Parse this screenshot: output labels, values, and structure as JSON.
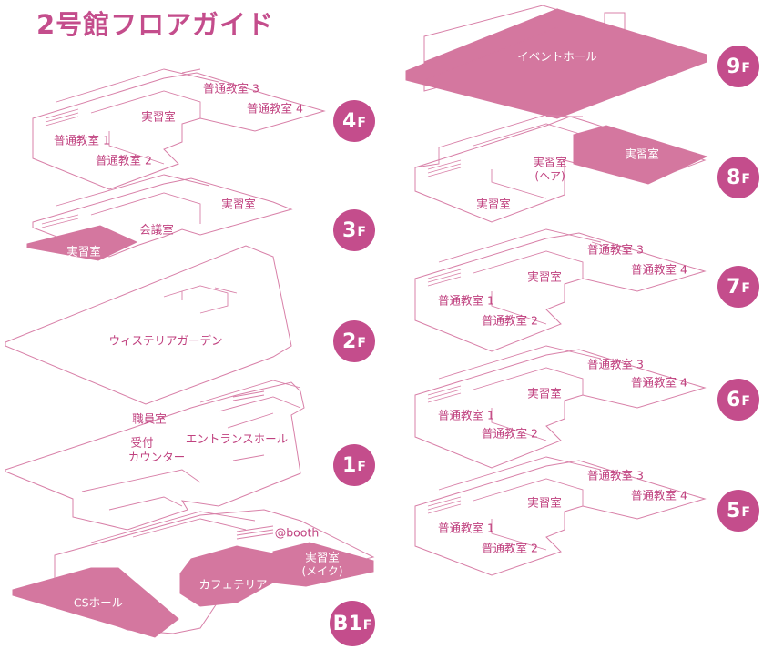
{
  "title": "2号館フロアガイド",
  "colors": {
    "accent": "#c44d8c",
    "highlight": "#d4779f",
    "line": "#d880a8"
  },
  "floors": {
    "f9": {
      "num": "9",
      "unit": "F",
      "rooms": [
        "イベントホール"
      ]
    },
    "f8": {
      "num": "8",
      "unit": "F",
      "rooms": [
        "実習室",
        "実習室",
        "(ヘア)",
        "実習室"
      ]
    },
    "f7": {
      "num": "7",
      "unit": "F",
      "rooms": [
        "普通教室 3",
        "普通教室 4",
        "実習室",
        "普通教室 1",
        "普通教室 2"
      ]
    },
    "f6": {
      "num": "6",
      "unit": "F",
      "rooms": [
        "普通教室 3",
        "普通教室 4",
        "実習室",
        "普通教室 1",
        "普通教室 2"
      ]
    },
    "f5": {
      "num": "5",
      "unit": "F",
      "rooms": [
        "普通教室 3",
        "普通教室 4",
        "実習室",
        "普通教室 1",
        "普通教室 2"
      ]
    },
    "f4": {
      "num": "4",
      "unit": "F",
      "rooms": [
        "普通教室 3",
        "普通教室 4",
        "実習室",
        "普通教室 1",
        "普通教室 2"
      ]
    },
    "f3": {
      "num": "3",
      "unit": "F",
      "rooms": [
        "実習室",
        "会議室",
        "実習室"
      ]
    },
    "f2": {
      "num": "2",
      "unit": "F",
      "rooms": [
        "ウィステリアガーデン"
      ]
    },
    "f1": {
      "num": "1",
      "unit": "F",
      "rooms": [
        "職員室",
        "受付",
        "カウンター",
        "エントランスホール"
      ]
    },
    "b1": {
      "num": "B1",
      "unit": "F",
      "rooms": [
        "@booth",
        "実習室",
        "(メイク)",
        "カフェテリア",
        "CSホール"
      ]
    }
  }
}
